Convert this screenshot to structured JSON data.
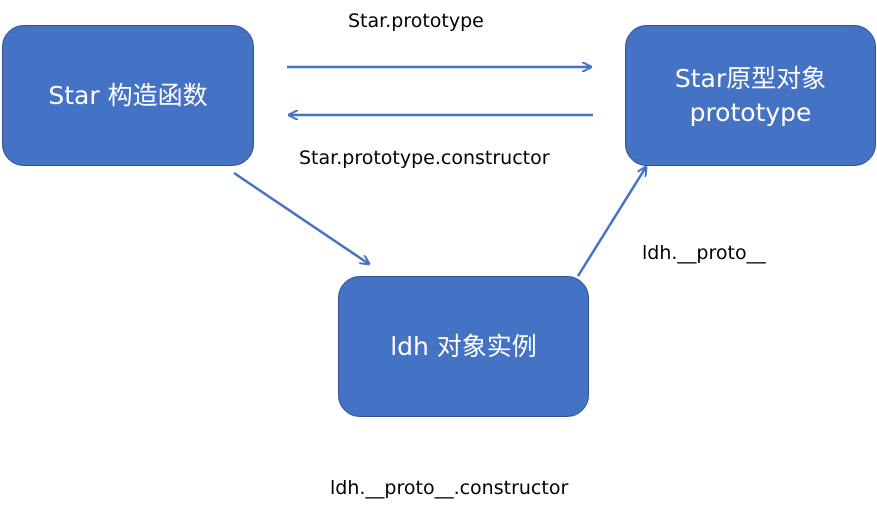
{
  "colors": {
    "node_fill": "#4472c4",
    "node_border": "#2f528f",
    "node_text": "#ffffff",
    "arrow": "#4472c4",
    "label_text": "#000000"
  },
  "nodes": {
    "constructor": {
      "label": "Star 构造函数"
    },
    "prototype": {
      "line1": "Star原型对象",
      "line2": "prototype"
    },
    "instance": {
      "label": "ldh 对象实例"
    }
  },
  "labels": {
    "star_prototype": "Star.prototype",
    "prototype_constructor": "Star.prototype.constructor",
    "ldh_proto": "ldh.__proto__",
    "ldh_proto_constructor": "ldh.__proto__.constructor"
  }
}
